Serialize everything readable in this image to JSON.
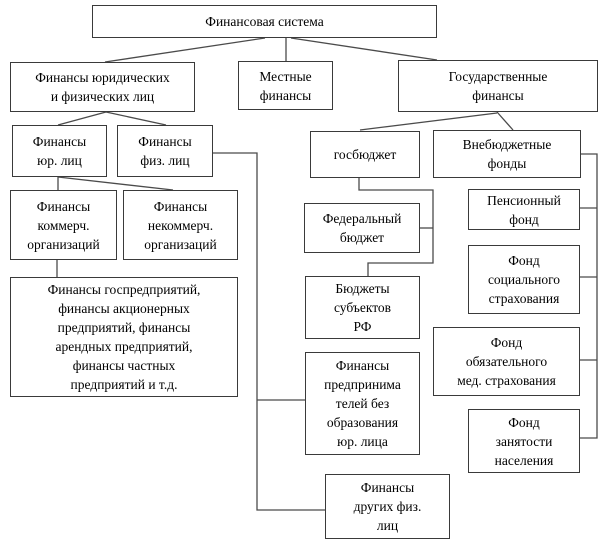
{
  "diagram": {
    "title": "Финансовая система",
    "nodes": {
      "financial_system": {
        "label": "Финансовая система"
      },
      "legal_individuals": {
        "label": "Финансы юридических\nи физических лиц"
      },
      "local_finances": {
        "label": "Местные\nфинансы"
      },
      "state_finances": {
        "label": "Государственные\nфинансы"
      },
      "legal": {
        "label": "Финансы\nюр. лиц"
      },
      "individuals": {
        "label": "Финансы\nфиз. лиц"
      },
      "state_budget": {
        "label": "госбюджет"
      },
      "offbudget_funds": {
        "label": "Внебюджетные\nфонды"
      },
      "commercial_orgs": {
        "label": "Финансы\nкоммерч.\nорганизаций"
      },
      "noncommercial_orgs": {
        "label": "Финансы\nнекоммерч.\nорганизаций"
      },
      "federal_budget": {
        "label": "Федеральный\nбюджет"
      },
      "pension_fund": {
        "label": "Пенсионный\nфонд"
      },
      "enterprises": {
        "label": "Финансы госпредприятий,\nфинансы акционерных\nпредприятий, финансы\nарендных предприятий,\nфинансы частных\nпредприятий и т.д."
      },
      "rf_subject_budgets": {
        "label": "Бюджеты\nсубъектов\nРФ"
      },
      "social_insurance": {
        "label": "Фонд\nсоциального\nстрахования"
      },
      "entrepreneurs": {
        "label": "Финансы\nпредпринима\nтелей без\nобразования\nюр. лица"
      },
      "medical_insurance": {
        "label": "Фонд\nобязательного\nмед. страхования"
      },
      "other_individuals": {
        "label": "Финансы\nдругих физ.\nлиц"
      },
      "employment_fund": {
        "label": "Фонд\nзанятости\nнаселения"
      }
    },
    "colors": {
      "background": "#ffffff",
      "box_border": "#3a3a3a",
      "connector_line": "#4b4b4b",
      "text": "#000000"
    }
  }
}
